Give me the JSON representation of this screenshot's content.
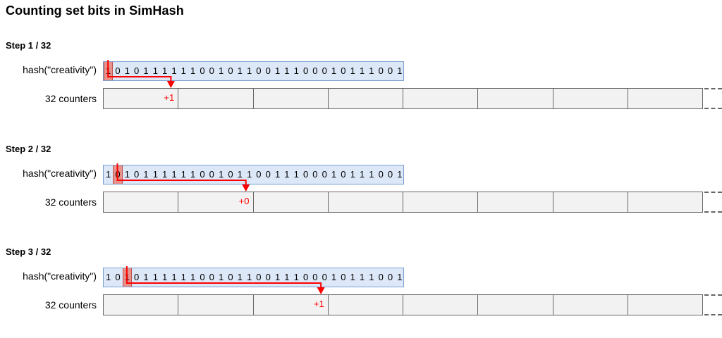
{
  "title": "Counting set bits in SimHash",
  "colors": {
    "highlight_bit": "#e8928b",
    "bit_box_fill": "#dce7f7",
    "bit_box_border": "#7a9fd0",
    "counter_fill": "#f2f2f2",
    "counter_border": "#666666",
    "arrow": "#ff0000"
  },
  "hash_bits": [
    "1",
    "0",
    "1",
    "0",
    "1",
    "1",
    "1",
    "1",
    "1",
    "1",
    "0",
    "0",
    "1",
    "0",
    "1",
    "1",
    "0",
    "0",
    "1",
    "1",
    "1",
    "0",
    "0",
    "0",
    "1",
    "0",
    "1",
    "1",
    "1",
    "0",
    "0",
    "1"
  ],
  "labels": {
    "hash_label": "hash(\"creativity\")",
    "counters_label": "32 counters"
  },
  "steps": [
    {
      "label": "Step 1 / 32",
      "bit_index": 0,
      "bit_value": "1",
      "counter_index": 0,
      "delta": "+1"
    },
    {
      "label": "Step 2 / 32",
      "bit_index": 1,
      "bit_value": "0",
      "counter_index": 1,
      "delta": "+0"
    },
    {
      "label": "Step 3 / 32",
      "bit_index": 2,
      "bit_value": "1",
      "counter_index": 2,
      "delta": "+1"
    }
  ],
  "counter_cell_count": 8
}
